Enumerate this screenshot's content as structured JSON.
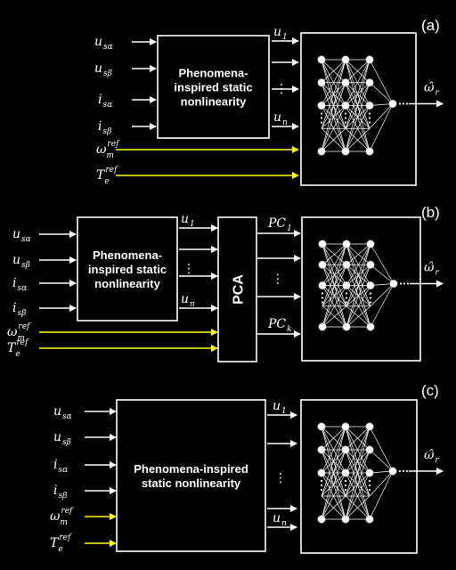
{
  "colors": {
    "background": "#000000",
    "line": "#ffffff",
    "reference_arrow": "#ffff00"
  },
  "panels": [
    {
      "id": "a",
      "label": "(a)",
      "inputs": [
        {
          "base": "u",
          "sub": "sα",
          "sup": ""
        },
        {
          "base": "u",
          "sub": "sβ",
          "sup": ""
        },
        {
          "base": "i",
          "sub": "sα",
          "sup": ""
        },
        {
          "base": "i",
          "sub": "sβ",
          "sup": ""
        },
        {
          "base": "ω",
          "sub": "m",
          "sup": "ref"
        },
        {
          "base": "T",
          "sub": "e",
          "sup": "ref"
        }
      ],
      "block_lines": [
        "Phenomena-",
        "inspired static",
        "nonlinearity"
      ],
      "mid_outputs": [
        {
          "base": "u",
          "sub": "1"
        },
        {
          "base": "u",
          "sub": "n"
        }
      ],
      "ellipsis": "⋮",
      "output": {
        "base": "ω̂",
        "sub": "r"
      }
    },
    {
      "id": "b",
      "label": "(b)",
      "inputs": [
        {
          "base": "u",
          "sub": "sα",
          "sup": ""
        },
        {
          "base": "u",
          "sub": "sβ",
          "sup": ""
        },
        {
          "base": "i",
          "sub": "sα",
          "sup": ""
        },
        {
          "base": "i",
          "sub": "sβ",
          "sup": ""
        },
        {
          "base": "ω",
          "sub": "m",
          "sup": "ref"
        },
        {
          "base": "T",
          "sub": "e",
          "sup": "ref"
        }
      ],
      "block_lines": [
        "Phenomena-",
        "inspired static",
        "nonlinearity"
      ],
      "mid_outputs": [
        {
          "base": "u",
          "sub": "1"
        },
        {
          "base": "u",
          "sub": "n"
        }
      ],
      "pca_label": "PCA",
      "pca_outputs": [
        {
          "base": "PC",
          "sub": "1"
        },
        {
          "base": "PC",
          "sub": "k"
        }
      ],
      "ellipsis": "⋮",
      "output": {
        "base": "ω̂",
        "sub": "r"
      }
    },
    {
      "id": "c",
      "label": "(c)",
      "inputs": [
        {
          "base": "u",
          "sub": "sα",
          "sup": ""
        },
        {
          "base": "u",
          "sub": "sβ",
          "sup": ""
        },
        {
          "base": "i",
          "sub": "sα",
          "sup": ""
        },
        {
          "base": "i",
          "sub": "sβ",
          "sup": ""
        },
        {
          "base": "ω",
          "sub": "m",
          "sup": "ref"
        },
        {
          "base": "T",
          "sub": "e",
          "sup": "ref"
        }
      ],
      "block_lines": [
        "Phenomena-inspired",
        "static nonlinearity"
      ],
      "mid_outputs": [
        {
          "base": "u",
          "sub": "1"
        },
        {
          "base": "u",
          "sub": "n"
        }
      ],
      "ellipsis": "⋮",
      "output": {
        "base": "ω̂",
        "sub": "r"
      }
    }
  ]
}
